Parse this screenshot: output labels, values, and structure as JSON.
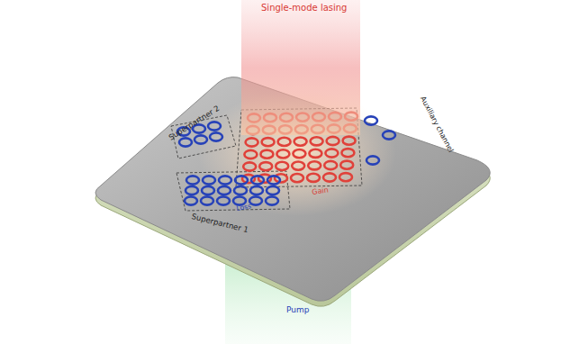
{
  "diagram": {
    "labels": [
      "Single-mode lasing",
      "Superpartner 2",
      "Gain",
      "Superpartner 1",
      "Loss",
      "Auxiliary channel",
      "Pump"
    ]
  }
}
